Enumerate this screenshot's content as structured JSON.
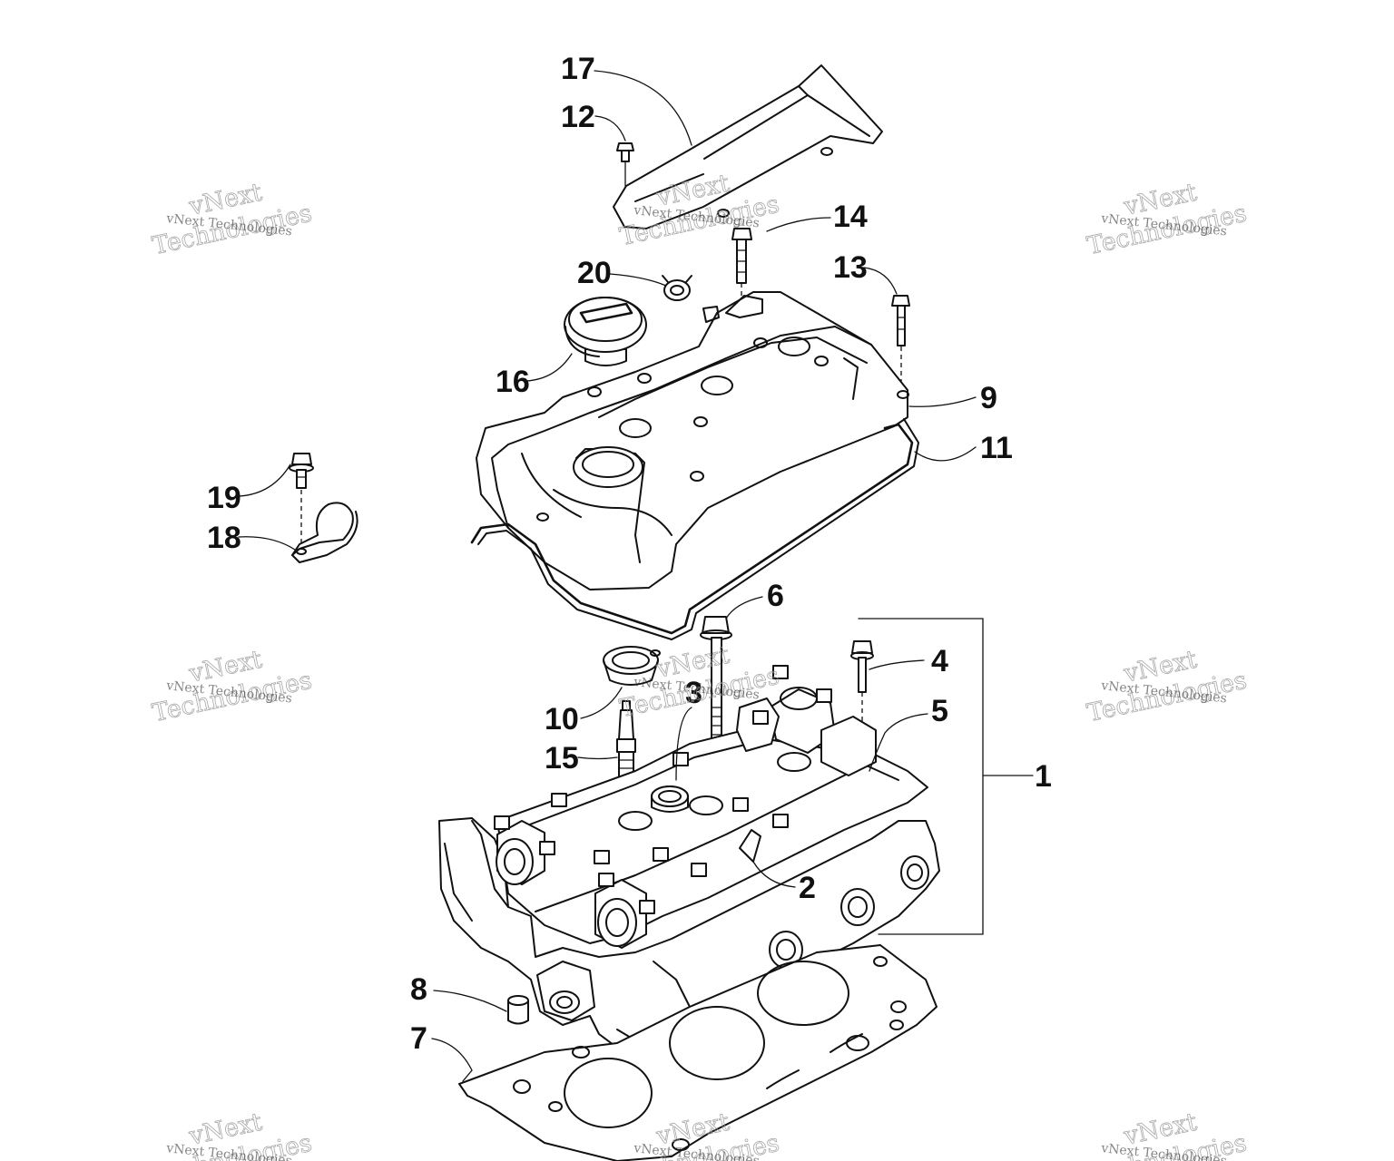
{
  "diagram": {
    "callouts": [
      "1",
      "2",
      "3",
      "4",
      "5",
      "6",
      "7",
      "8",
      "9",
      "10",
      "11",
      "12",
      "13",
      "14",
      "15",
      "16",
      "17",
      "18",
      "19",
      "20"
    ],
    "watermark": {
      "small": "vNext Technologies",
      "large_line1": "vNext",
      "large_line2": "Technologies"
    }
  }
}
